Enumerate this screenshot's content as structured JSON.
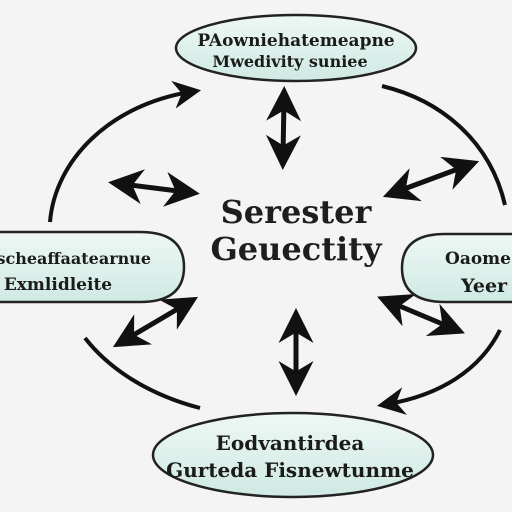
{
  "center": {
    "line1": "Serester",
    "line2": "Geuectity"
  },
  "nodes": {
    "top": {
      "line1": "PAowniehatemeapne",
      "line2": "Mwedivity suniee"
    },
    "left": {
      "line1": "Sscheaffaatearnue",
      "line2": "Exmlidleite"
    },
    "right": {
      "line1": "Oaome",
      "line2": "Yeer"
    },
    "bottom": {
      "line1": "Eodvantirdea",
      "line2": "Gurteda Fisnewtunme"
    }
  },
  "colors": {
    "node_fill": "#e2f2ee",
    "node_border": "#222222",
    "arrow": "#111111",
    "background": "#f4f4f4"
  }
}
